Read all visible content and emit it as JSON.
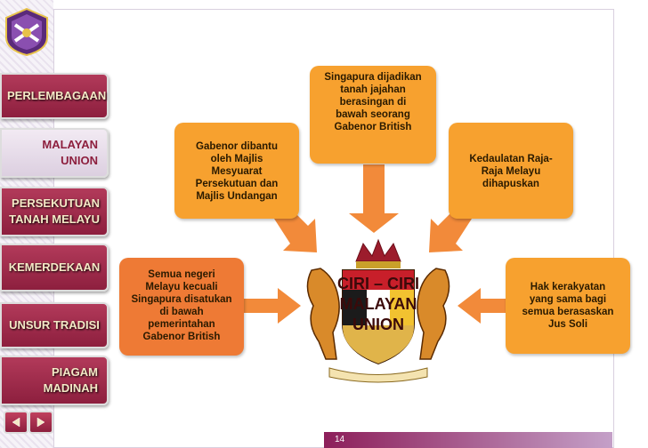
{
  "sidebar": {
    "items": [
      {
        "label": "PERLEMBAGAAN",
        "active": false
      },
      {
        "label": "MALAYAN\nUNION",
        "active": true
      },
      {
        "label": "PERSEKUTUAN\nTANAH MELAYU",
        "active": false
      },
      {
        "label": "KEMERDEKAAN",
        "active": false
      },
      {
        "label": "UNSUR TRADISI",
        "active": false
      },
      {
        "label": "PIAGAM\nMADINAH",
        "active": false
      }
    ],
    "prev_icon": "left-arrow-icon",
    "next_icon": "right-arrow-icon"
  },
  "diagram": {
    "center_title": "CIRI – CIRI\nMALAYAN\nUNION",
    "boxes": {
      "top": "Singapura dijadikan\ntanah jajahan\nberasingan di\nbawah seorang\nGabenor British",
      "upper_left": "Gabenor dibantu\noleh Majlis\nMesyuarat\nPersekutuan dan\nMajlis Undangan",
      "upper_right": "Kedaulatan Raja-\nRaja Melayu\ndihapuskan",
      "left": "Semua negeri\nMelayu kecuali\nSingapura disatukan\ndi bawah\npemerintahan\nGabenor British",
      "right": "Hak kerakyatan\nyang sama bagi\nsemua berasaskan\nJus Soli"
    },
    "colors": {
      "orange": "#f7a12f",
      "red_orange": "#ee7a35",
      "arrow": "#f28a3a"
    }
  },
  "footer": {
    "page_number": "14"
  },
  "logo_icon": "university-crest-icon",
  "emblem_icon": "coat-of-arms-icon"
}
